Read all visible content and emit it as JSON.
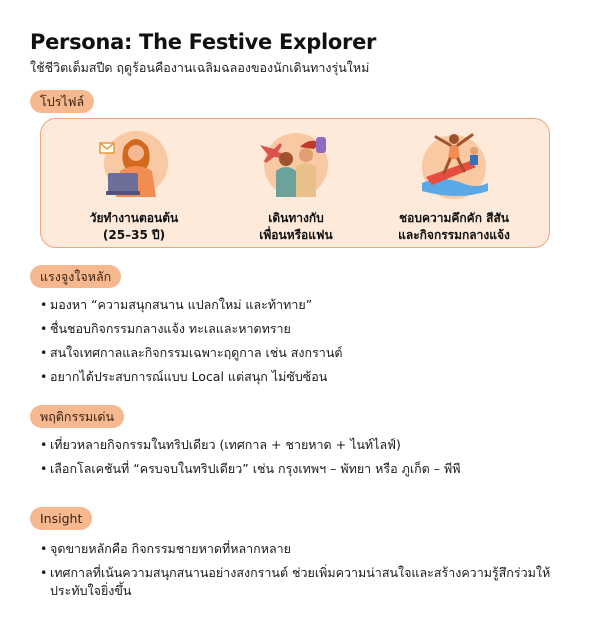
{
  "header": {
    "title": "Persona: The Festive Explorer",
    "subtitle": "ใช้ชีวิตเต็มสปีด ฤดูร้อนคืองานเฉลิมฉลองของนักเดินทางรุ่นใหม่"
  },
  "profile": {
    "label": "โปรไฟล์",
    "items": [
      {
        "caption": "วัยทำงานตอนต้น\n(25–35 ปี)",
        "icon": "working-woman-laptop-illustration"
      },
      {
        "caption": "เดินทางกับ\nเพื่อนหรือแฟน",
        "icon": "travel-friends-illustration"
      },
      {
        "caption": "ชอบความคึกคัก สีสัน\nและกิจกรรมกลางแจ้ง",
        "icon": "surfing-jetski-illustration"
      }
    ]
  },
  "motivation": {
    "label": "แรงจูงใจหลัก",
    "items": [
      "มองหา “ความสนุกสนาน แปลกใหม่ และท้าทาย”",
      "ชื่นชอบกิจกรรมกลางแจ้ง ทะเลและหาดทราย",
      "สนใจเทศกาลและกิจกรรมเฉพาะฤดูกาล เช่น สงกรานต์",
      "อยากได้ประสบการณ์แบบ Local แต่สนุก ไม่ซับซ้อน"
    ]
  },
  "behavior": {
    "label": "พฤติกรรมเด่น",
    "items": [
      "เที่ยวหลายกิจกรรมในทริปเดียว (เทศกาล + ชายหาด + ไนท์ไลฟ์)",
      "เลือกโลเคชันที่ “ครบจบในทริปเดียว” เช่น กรุงเทพฯ – พัทยา หรือ ภูเก็ต – พีพี"
    ]
  },
  "insight": {
    "label": "Insight",
    "items": [
      "จุดขายหลักคือ กิจกรรมชายหาดที่หลากหลาย",
      "เทศกาลที่เน้นความสนุกสนานอย่างสงกรานต์ ช่วยเพิ่มความน่าสนใจและสร้างความรู้สึกร่วมให้ประทับใจยิ่งขึ้น"
    ]
  },
  "colors": {
    "pill_bg": "#f6b98f",
    "box_bg": "#fdeadb",
    "box_border": "#f2a578",
    "accent_orange": "#f28c52"
  }
}
